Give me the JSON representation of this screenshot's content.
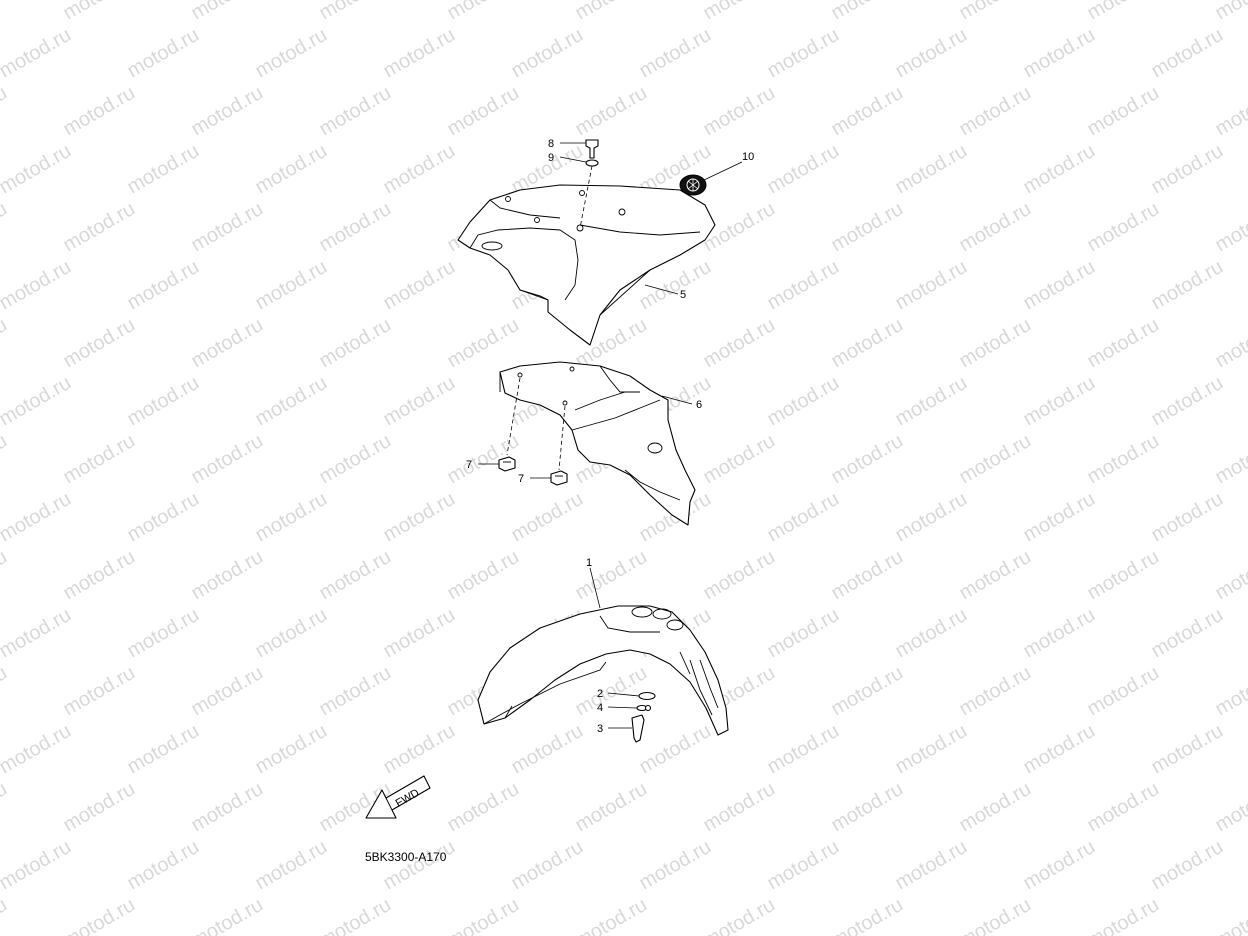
{
  "watermark": {
    "text": "motod.ru",
    "color": "#d9d9d9"
  },
  "drawing_code": "5BK3300-A170",
  "fwd_label": "FWD",
  "callouts": [
    {
      "id": "c8",
      "label": "8"
    },
    {
      "id": "c9",
      "label": "9"
    },
    {
      "id": "c10",
      "label": "10"
    },
    {
      "id": "c5",
      "label": "5"
    },
    {
      "id": "c6",
      "label": "6"
    },
    {
      "id": "c7a",
      "label": "7"
    },
    {
      "id": "c7b",
      "label": "7"
    },
    {
      "id": "c1",
      "label": "1"
    },
    {
      "id": "c2",
      "label": "2"
    },
    {
      "id": "c4",
      "label": "4"
    },
    {
      "id": "c3",
      "label": "3"
    }
  ]
}
